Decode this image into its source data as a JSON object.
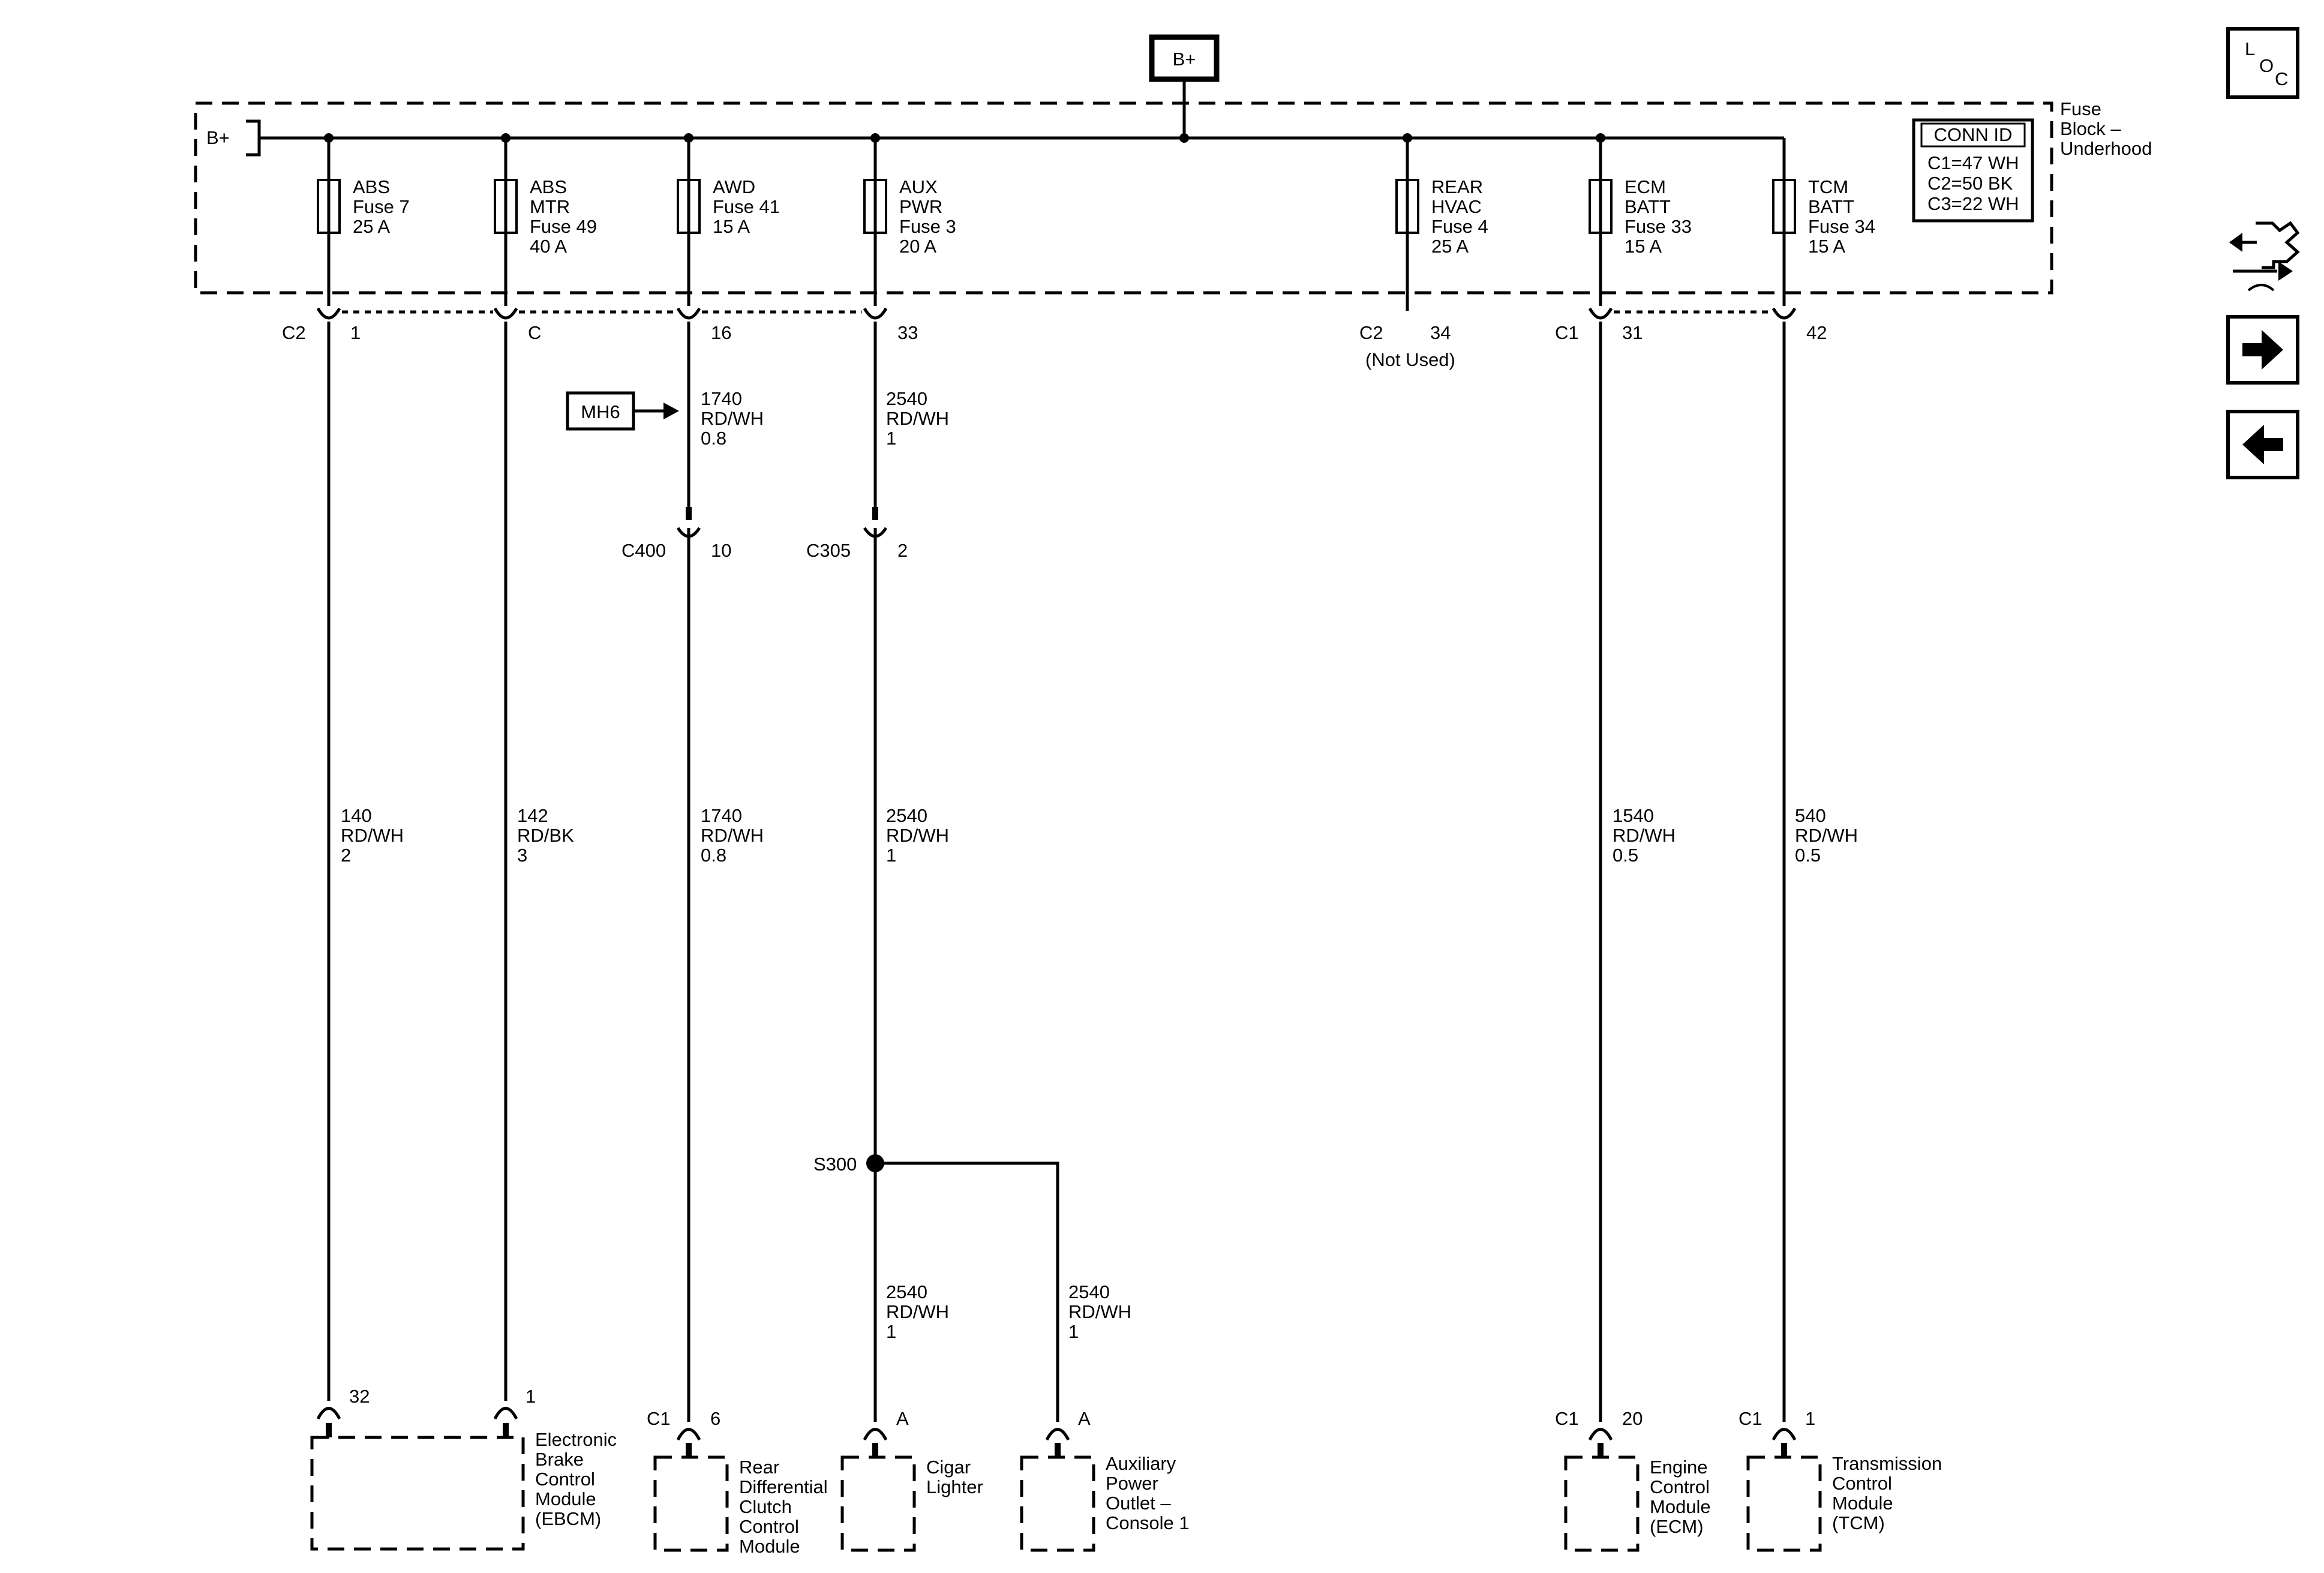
{
  "supply": {
    "top_label": "B+",
    "bus_label": "B+"
  },
  "fuse_block": {
    "name_lines": [
      "Fuse",
      "Block –",
      "Underhood"
    ]
  },
  "conn_id": {
    "title": "CONN ID",
    "lines": [
      "C1=47 WH",
      "C2=50 BK",
      "C3=22 WH"
    ]
  },
  "fuses": [
    {
      "lines": [
        "ABS",
        "Fuse 7",
        "25 A"
      ]
    },
    {
      "lines": [
        "ABS",
        "MTR",
        "Fuse 49",
        "40 A"
      ]
    },
    {
      "lines": [
        "AWD",
        "Fuse 41",
        "15 A"
      ]
    },
    {
      "lines": [
        "AUX",
        "PWR",
        "Fuse 3",
        "20 A"
      ]
    },
    {
      "lines": [
        "REAR",
        "HVAC",
        "Fuse 4",
        "25 A"
      ]
    },
    {
      "lines": [
        "ECM",
        "BATT",
        "Fuse 33",
        "15 A"
      ]
    },
    {
      "lines": [
        "TCM",
        "BATT",
        "Fuse 34",
        "15 A"
      ]
    }
  ],
  "outputs": [
    {
      "conn": "C2",
      "pin": "1"
    },
    {
      "conn": "",
      "pin": "C"
    },
    {
      "conn": "",
      "pin": "16"
    },
    {
      "conn": "",
      "pin": "33"
    },
    {
      "conn": "C2",
      "pin": "34",
      "note": "(Not Used)"
    },
    {
      "conn": "C1",
      "pin": "31"
    },
    {
      "conn": "",
      "pin": "42"
    }
  ],
  "mh6": {
    "label": "MH6"
  },
  "inline_connectors": [
    {
      "conn": "C400",
      "pin": "10"
    },
    {
      "conn": "C305",
      "pin": "2"
    }
  ],
  "wires": [
    {
      "lines": [
        "1740",
        "RD/WH",
        "0.8"
      ]
    },
    {
      "lines": [
        "2540",
        "RD/WH",
        "1"
      ]
    },
    {
      "lines": [
        "140",
        "RD/WH",
        "2"
      ]
    },
    {
      "lines": [
        "142",
        "RD/BK",
        "3"
      ]
    },
    {
      "lines": [
        "1740",
        "RD/WH",
        "0.8"
      ]
    },
    {
      "lines": [
        "2540",
        "RD/WH",
        "1"
      ]
    },
    {
      "lines": [
        "1540",
        "RD/WH",
        "0.5"
      ]
    },
    {
      "lines": [
        "540",
        "RD/WH",
        "0.5"
      ]
    },
    {
      "lines": [
        "2540",
        "RD/WH",
        "1"
      ]
    },
    {
      "lines": [
        "2540",
        "RD/WH",
        "1"
      ]
    }
  ],
  "splice": {
    "label": "S300"
  },
  "end_pins": [
    {
      "conn": "",
      "pin": "32"
    },
    {
      "conn": "",
      "pin": "1"
    },
    {
      "conn": "C1",
      "pin": "6"
    },
    {
      "conn": "",
      "pin": "A"
    },
    {
      "conn": "",
      "pin": "A"
    },
    {
      "conn": "C1",
      "pin": "20"
    },
    {
      "conn": "C1",
      "pin": "1"
    }
  ],
  "components": [
    {
      "lines": [
        "Electronic",
        "Brake",
        "Control",
        "Module",
        "(EBCM)"
      ]
    },
    {
      "lines": [
        "Rear",
        "Differential",
        "Clutch",
        "Control",
        "Module"
      ]
    },
    {
      "lines": [
        "Cigar",
        "Lighter"
      ]
    },
    {
      "lines": [
        "Auxiliary",
        "Power",
        "Outlet –",
        "Console 1"
      ]
    },
    {
      "lines": [
        "Engine",
        "Control",
        "Module",
        "(ECM)"
      ]
    },
    {
      "lines": [
        "Transmission",
        "Control",
        "Module",
        "(TCM)"
      ]
    }
  ],
  "side_nav": {
    "loc": {
      "l": "L",
      "o": "O",
      "c": "C"
    },
    "icons": [
      "schematic-icon",
      "arrow-right-icon",
      "arrow-left-icon"
    ]
  }
}
